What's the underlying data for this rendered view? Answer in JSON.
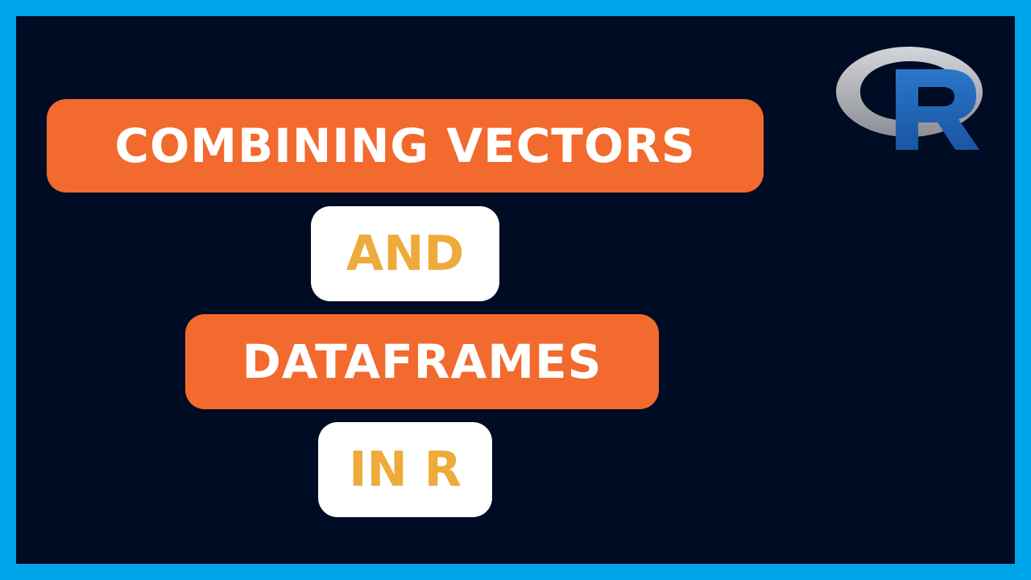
{
  "thumbnail": {
    "lines": [
      "COMBINING VECTORS",
      "AND",
      "DATAFRAMES",
      "IN R"
    ],
    "logo": {
      "icon": "r-language-logo-icon",
      "letter": "R"
    }
  },
  "colors": {
    "border": "#00a6ea",
    "background": "#000b24",
    "orange_pill": "#f26a2e",
    "white_pill": "#ffffff",
    "accent_text": "#eeaa3a",
    "logo_ring": "#b8b9bf",
    "logo_letter": "#1e65b8"
  }
}
